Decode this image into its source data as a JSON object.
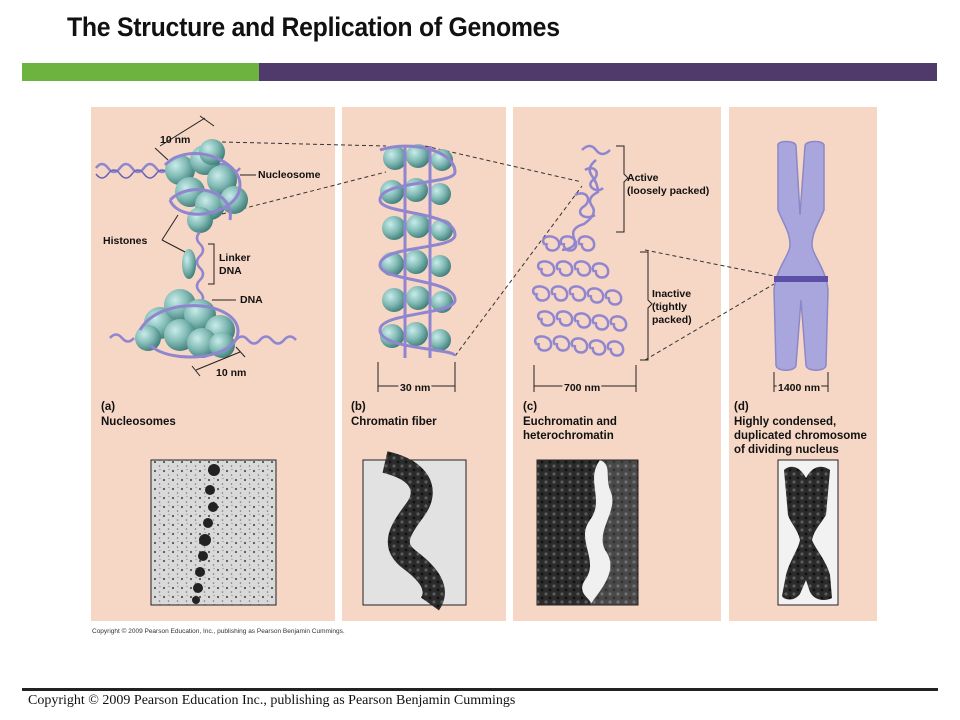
{
  "title": "The Structure and Replication of Genomes",
  "footer": "Copyright © 2009 Pearson Education Inc., publishing as Pearson Benjamin Cummings",
  "figure": {
    "small_copyright": "Copyright © 2009 Pearson Education, Inc., publishing as Pearson Benjamin Cummings.",
    "panel_a": {
      "letter": "(a)",
      "caption": "Nucleosomes",
      "labels": {
        "size_top": "10 nm",
        "nucleosome": "Nucleosome",
        "histones": "Histones",
        "linker_1": "Linker",
        "linker_2": "DNA",
        "dna": "DNA",
        "size_bottom": "10 nm"
      }
    },
    "panel_b": {
      "letter": "(b)",
      "caption": "Chromatin fiber",
      "size": "30 nm"
    },
    "panel_c": {
      "letter": "(c)",
      "caption_1": "Euchromatin and",
      "caption_2": "heterochromatin",
      "active_1": "Active",
      "active_2": "(loosely packed)",
      "inactive_1": "Inactive",
      "inactive_2": "(tightly",
      "inactive_3": "packed)",
      "size": "700 nm"
    },
    "panel_d": {
      "letter": "(d)",
      "caption_1": "Highly condensed,",
      "caption_2": "duplicated chromosome",
      "caption_3": "of dividing nucleus",
      "size": "1400 nm"
    },
    "colors": {
      "panel": "#f6d6c5",
      "histone": "#7fb8b3",
      "dna": "#8f86cf",
      "chromosome": "#a9a6de",
      "band": "#5b4fa8"
    }
  }
}
